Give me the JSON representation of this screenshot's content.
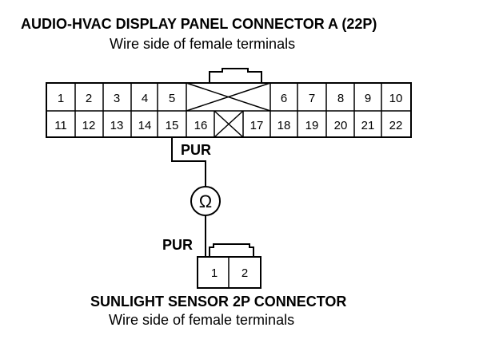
{
  "connector_a": {
    "title": "AUDIO-HVAC DISPLAY PANEL CONNECTOR A (22P)",
    "subtitle": "Wire side of female terminals",
    "top_row": [
      "1",
      "2",
      "3",
      "4",
      "5",
      "6",
      "7",
      "8",
      "9",
      "10"
    ],
    "bottom_row": [
      "11",
      "12",
      "13",
      "14",
      "15",
      "16",
      "17",
      "18",
      "19",
      "20",
      "21",
      "22"
    ]
  },
  "wire": {
    "color_label_upper": "PUR",
    "color_label_lower": "PUR",
    "meter_symbol": "Ω"
  },
  "sensor_connector": {
    "title": "SUNLIGHT SENSOR 2P CONNECTOR",
    "subtitle": "Wire side of female terminals",
    "pins": [
      "1",
      "2"
    ]
  }
}
